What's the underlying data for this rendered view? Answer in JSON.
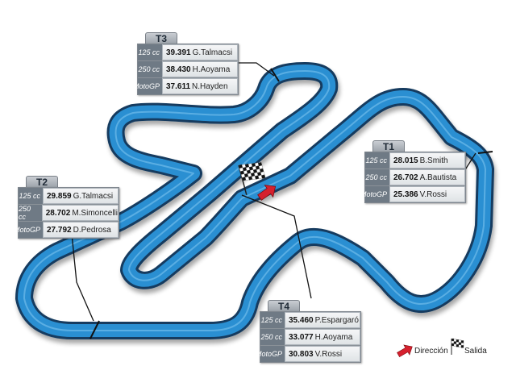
{
  "colors": {
    "track": "#2a8fd2",
    "track_edge": "#123a5e",
    "sector_line": "#111111",
    "arrow": "#d6202e"
  },
  "sectors": [
    {
      "name": "T3",
      "rows": [
        {
          "class": "125 cc",
          "time": "39.391",
          "rider": "G.Talmacsi"
        },
        {
          "class": "250 cc",
          "time": "38.430",
          "rider": "H.Aoyama"
        },
        {
          "class": "MotoGP",
          "time": "37.611",
          "rider": "N.Hayden"
        }
      ]
    },
    {
      "name": "T1",
      "rows": [
        {
          "class": "125 cc",
          "time": "28.015",
          "rider": "B.Smith"
        },
        {
          "class": "250 cc",
          "time": "26.702",
          "rider": "A.Bautista"
        },
        {
          "class": "MotoGP",
          "time": "25.386",
          "rider": "V.Rossi"
        }
      ]
    },
    {
      "name": "T2",
      "rows": [
        {
          "class": "125 cc",
          "time": "29.859",
          "rider": "G.Talmacsi"
        },
        {
          "class": "250 cc",
          "time": "28.702",
          "rider": "M.Simoncelli"
        },
        {
          "class": "MotoGP",
          "time": "27.792",
          "rider": "D.Pedrosa"
        }
      ]
    },
    {
      "name": "T4",
      "rows": [
        {
          "class": "125 cc",
          "time": "35.460",
          "rider": "P.Espargaró"
        },
        {
          "class": "250 cc",
          "time": "33.077",
          "rider": "H.Aoyama"
        },
        {
          "class": "MotoGP",
          "time": "30.803",
          "rider": "V.Rossi"
        }
      ]
    }
  ],
  "legend": {
    "direction": "Dirección",
    "start": "Salida"
  }
}
